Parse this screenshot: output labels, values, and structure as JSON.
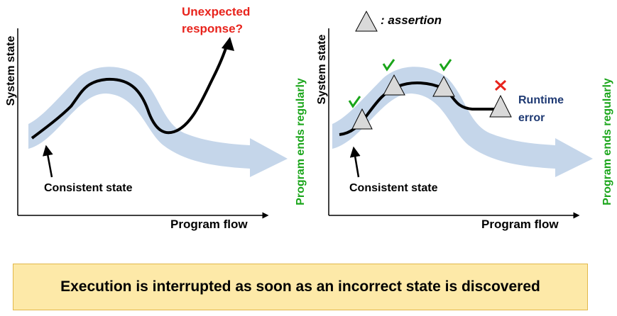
{
  "left_panel": {
    "y_axis_label": "System state",
    "x_axis_label": "Program flow",
    "annotation_top": [
      "Unexpected",
      "response?"
    ],
    "consistent_label": "Consistent state",
    "end_label": "Program ends regularly"
  },
  "right_panel": {
    "legend_label": ": assertion",
    "y_axis_label": "System state",
    "x_axis_label": "Program flow",
    "error_label": [
      "Runtime",
      "error"
    ],
    "consistent_label": "Consistent state",
    "end_label": "Program ends regularly"
  },
  "colors": {
    "band": "#c5d6ea",
    "red": "#e8231c",
    "green": "#1aa51a",
    "navy": "#1f3a73"
  },
  "caption": "Execution is interrupted as soon as an incorrect state is discovered"
}
